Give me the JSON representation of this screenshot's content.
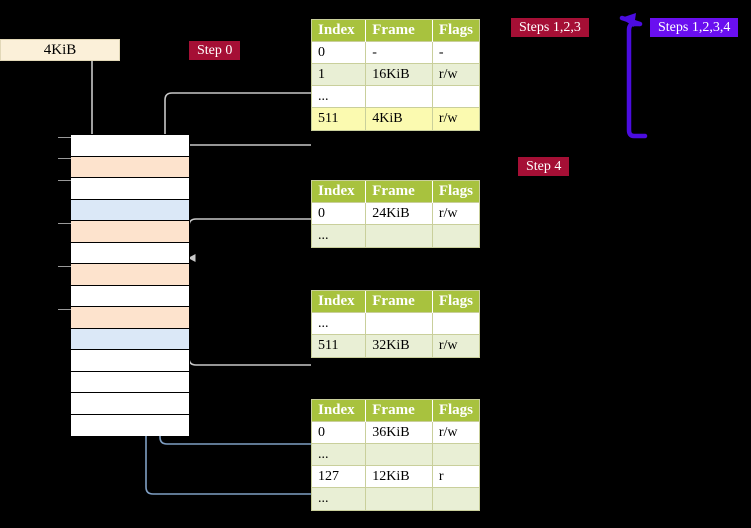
{
  "diagram": {
    "title_box": {
      "label": "4KiB"
    },
    "badges": [
      {
        "id": "step0",
        "label": "Step 0",
        "color": "#a50f35"
      },
      {
        "id": "steps123",
        "label": "Steps 1,2,3",
        "color": "#a50f35"
      },
      {
        "id": "steps1234",
        "label": "Steps 1,2,3,4",
        "color": "#6a0ff0"
      },
      {
        "id": "step4",
        "label": "Step 4",
        "color": "#a50f35"
      }
    ],
    "columns": [
      "Index",
      "Frame",
      "Flags"
    ],
    "tables": [
      {
        "id": "level0",
        "rows": [
          {
            "index": "0",
            "frame": "-",
            "flags": "-",
            "style": "odd"
          },
          {
            "index": "1",
            "frame": "16KiB",
            "flags": "r/w",
            "style": "even"
          },
          {
            "index": "...",
            "frame": "",
            "flags": "",
            "style": "odd"
          },
          {
            "index": "511",
            "frame": "4KiB",
            "flags": "r/w",
            "style": "hl"
          }
        ]
      },
      {
        "id": "level1",
        "rows": [
          {
            "index": "0",
            "frame": "24KiB",
            "flags": "r/w",
            "style": "odd"
          },
          {
            "index": "...",
            "frame": "",
            "flags": "",
            "style": "even"
          }
        ]
      },
      {
        "id": "level2",
        "rows": [
          {
            "index": "...",
            "frame": "",
            "flags": "",
            "style": "odd"
          },
          {
            "index": "511",
            "frame": "32KiB",
            "flags": "r/w",
            "style": "even"
          }
        ]
      },
      {
        "id": "level3",
        "rows": [
          {
            "index": "0",
            "frame": "36KiB",
            "flags": "r/w",
            "style": "odd"
          },
          {
            "index": "...",
            "frame": "",
            "flags": "",
            "style": "even"
          },
          {
            "index": "127",
            "frame": "12KiB",
            "flags": "r",
            "style": "odd"
          },
          {
            "index": "...",
            "frame": "",
            "flags": "",
            "style": "even"
          }
        ]
      }
    ],
    "memory_rows": [
      {
        "n": 0,
        "fill": "white"
      },
      {
        "n": 1,
        "fill": "peach"
      },
      {
        "n": 2,
        "fill": "white"
      },
      {
        "n": 3,
        "fill": "blue"
      },
      {
        "n": 4,
        "fill": "peach"
      },
      {
        "n": 5,
        "fill": "white"
      },
      {
        "n": 6,
        "fill": "peach"
      },
      {
        "n": 7,
        "fill": "white"
      },
      {
        "n": 8,
        "fill": "peach"
      },
      {
        "n": 9,
        "fill": "blue"
      },
      {
        "n": 10,
        "fill": "white"
      },
      {
        "n": 11,
        "fill": "white"
      },
      {
        "n": 12,
        "fill": "white"
      },
      {
        "n": 13,
        "fill": "white"
      }
    ],
    "colors": {
      "background": "#000000",
      "table_header": "#a8c23e",
      "table_row_alt": "#e9efd5",
      "table_highlight": "#fbfab0",
      "memory_peach": "#fde3cd",
      "memory_blue": "#dbe8f7",
      "kib_box": "#fbf0d9",
      "wire_gray": "#c8c8c8",
      "wire_blue": "#7f9fc4",
      "arrow_violet": "#4b0ce0"
    }
  }
}
